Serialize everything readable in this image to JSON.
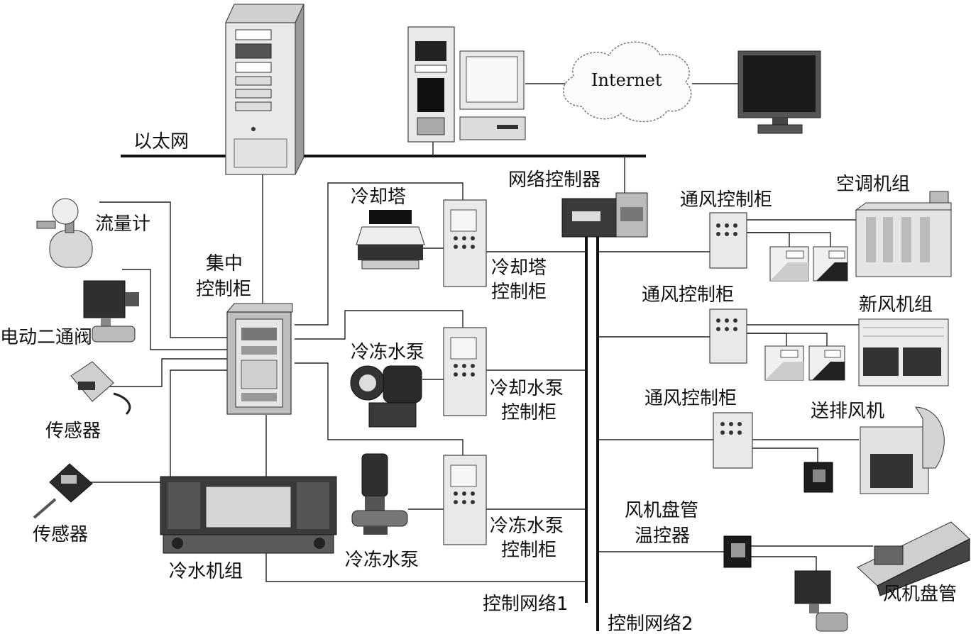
{
  "labels": {
    "ethernet": "以太网",
    "internet": "Internet",
    "network_controller": "网络控制器",
    "central_cabinet_line1": "集中",
    "central_cabinet_line2": "控制柜",
    "flow_meter": "流量计",
    "motor_valve": "电动二通阀",
    "sensor_1": "传感器",
    "sensor_2": "传感器",
    "cooling_tower": "冷却塔",
    "cooling_tower_cabinet_line1": "冷却塔",
    "cooling_tower_cabinet_line2": "控制柜",
    "chilled_pump_top": "冷冻水泵",
    "cooling_pump_cabinet_line1": "冷却水泵",
    "cooling_pump_cabinet_line2": "控制柜",
    "chilled_pump_bottom": "冷冻水泵",
    "chilled_pump_cabinet_line1": "冷冻水泵",
    "chilled_pump_cabinet_line2": "控制柜",
    "chiller_unit": "冷水机组",
    "control_network_1": "控制网络1",
    "control_network_2": "控制网络2",
    "vent_cabinet_1": "通风控制柜",
    "vent_cabinet_2": "通风控制柜",
    "vent_cabinet_3": "通风控制柜",
    "ahu": "空调机组",
    "fresh_air_unit": "新风机组",
    "exhaust_fan": "送排风机",
    "fcu_thermostat_line1": "风机盘管",
    "fcu_thermostat_line2": "温控器",
    "fan_coil": "风机盘管"
  }
}
